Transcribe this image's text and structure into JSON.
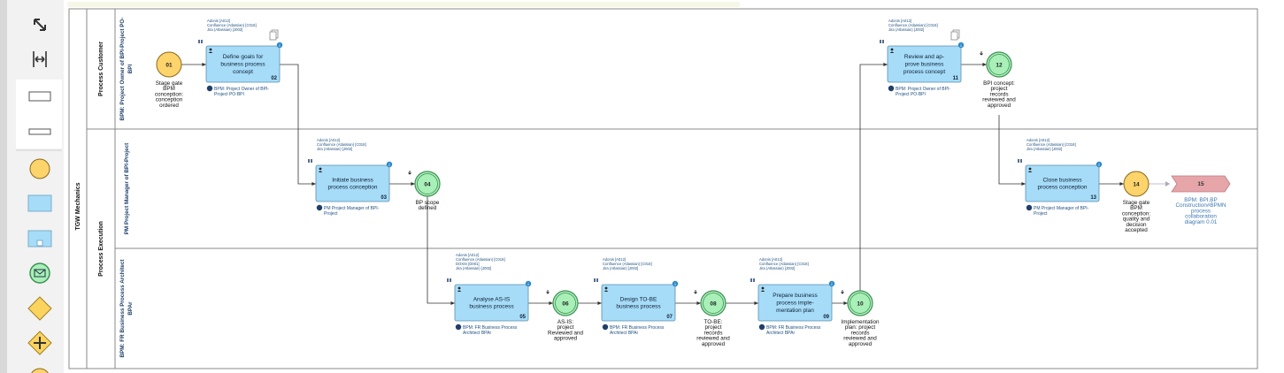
{
  "palette": {
    "tools": [
      {
        "name": "resize-icon"
      },
      {
        "name": "fit-width-icon"
      },
      {
        "name": "lane-wide-icon"
      },
      {
        "name": "lane-thin-icon"
      },
      {
        "name": "event-icon"
      },
      {
        "name": "task-icon"
      },
      {
        "name": "subprocess-icon"
      },
      {
        "name": "message-event-icon"
      },
      {
        "name": "gateway-icon"
      },
      {
        "name": "parallel-gateway-icon"
      },
      {
        "name": "event-partial-icon"
      }
    ]
  },
  "diagram": {
    "pool": {
      "label": "TGW Mechanics"
    },
    "lanes": [
      {
        "id": "customer",
        "group": "Process Customer",
        "role": "BPM: Project Owner of BPI-Project PO-BPI"
      },
      {
        "id": "pm",
        "group": "Process Execution",
        "role": "PM Project Manager of BPI-Project"
      },
      {
        "id": "fr",
        "group": "",
        "role": "BPM: FR Business Process Architect BPAr"
      }
    ],
    "events": [
      {
        "id": "e01",
        "number": "01",
        "kind": "stage",
        "label": [
          "Stage gate",
          "BPM",
          "conception:",
          "conception",
          "ordered"
        ]
      },
      {
        "id": "e04",
        "number": "04",
        "kind": "result",
        "label": [
          "BP scope",
          "defined"
        ]
      },
      {
        "id": "e06",
        "number": "06",
        "kind": "result",
        "label": [
          "AS-IS:",
          "project",
          "Reviewed and",
          "approved"
        ]
      },
      {
        "id": "e08",
        "number": "08",
        "kind": "result",
        "label": [
          "TO-BE:",
          "project",
          "records",
          "reviewed and",
          "approved"
        ]
      },
      {
        "id": "e10",
        "number": "10",
        "kind": "result",
        "label": [
          "Implementation",
          "plan: project",
          "records",
          "reviewed and",
          "approved"
        ]
      },
      {
        "id": "e12",
        "number": "12",
        "kind": "result",
        "label": [
          "BPI concept:",
          "project",
          "records",
          "reviewed and",
          "approved"
        ]
      },
      {
        "id": "e14",
        "number": "14",
        "kind": "stage",
        "label": [
          "Stage gate",
          "BPM",
          "conception:",
          "quality and",
          "decision",
          "accepted"
        ]
      }
    ],
    "tasks": [
      {
        "id": "t02",
        "number": "02",
        "title": [
          "Define goals for",
          "business process",
          "concept"
        ],
        "systems": [
          "Adonis [A012]",
          "Confluence (Atlassian) [C018]",
          "Jira (Atlassian) [J002]"
        ],
        "role": [
          "BPM: Project Owner of BPI-",
          "Project PO-BPI"
        ],
        "has_doc": true
      },
      {
        "id": "t03",
        "number": "03",
        "title": [
          "Initiate business",
          "process conception"
        ],
        "systems": [
          "Adonis [A012]",
          "Confluence (Atlassian) [C018]",
          "Jira (Atlassian) [J002]"
        ],
        "role": [
          "PM Project Manager of BPI-",
          "Project"
        ],
        "has_doc": false
      },
      {
        "id": "t05",
        "number": "05",
        "title": [
          "Analyse AS-IS",
          "business process"
        ],
        "systems": [
          "Adonis [A012]",
          "Confluence (Atlassian) [C018]",
          "DOXIS [D001]",
          "Jira (Atlassian) [J002]"
        ],
        "role": [
          "BPM: FR Business Process",
          "Architect BPAr"
        ],
        "has_doc": false
      },
      {
        "id": "t07",
        "number": "07",
        "title": [
          "Design TO-BE",
          "business process"
        ],
        "systems": [
          "Adonis [A012]",
          "Confluence (Atlassian) [C018]",
          "Jira (Atlassian) [J002]"
        ],
        "role": [
          "BPM: FR Business Process",
          "Architect BPAr"
        ],
        "has_doc": false
      },
      {
        "id": "t09",
        "number": "09",
        "title": [
          "Prepare business",
          "process imple-",
          "mentation plan"
        ],
        "systems": [
          "Adonis [A012]",
          "Confluence (Atlassian) [C018]",
          "Jira (Atlassian) [J002]"
        ],
        "role": [
          "BPM: FR Business Process",
          "Architect BPAr"
        ],
        "has_doc": false
      },
      {
        "id": "t11",
        "number": "11",
        "title": [
          "Review and ap-",
          "prove business",
          "process concept"
        ],
        "systems": [
          "Adonis [A012]",
          "Confluence (Atlassian) [C018]",
          "Jira (Atlassian) [J002]"
        ],
        "role": [
          "BPM: Project Owner of BPI-",
          "Project PO-BPI"
        ],
        "has_doc": true
      },
      {
        "id": "t13",
        "number": "13",
        "title": [
          "Close business",
          "process conception"
        ],
        "systems": [
          "Adonis [A012]",
          "Confluence (Atlassian) [C018]",
          "Jira (Atlassian) [J002]"
        ],
        "role": [
          "PM Project Manager of BPI-",
          "Project"
        ],
        "has_doc": false
      }
    ],
    "link": {
      "id": "l15",
      "number": "15",
      "label": [
        "BPM: BPI.BP",
        "Construction#BPMN",
        "process",
        "collaboration",
        "diagram 0.01"
      ]
    },
    "colors": {
      "task_fill": "#a6dcf8",
      "task_stroke": "#5a8fb0",
      "stage_fill": "#fdd36c",
      "stage_stroke": "#8a6a1a",
      "result_fill": "#a8f0b8",
      "result_stroke": "#3f8f55",
      "link_fill": "#e5a5a9",
      "info_blue": "#2a87c8",
      "text_blue": "#1f4f82"
    }
  }
}
